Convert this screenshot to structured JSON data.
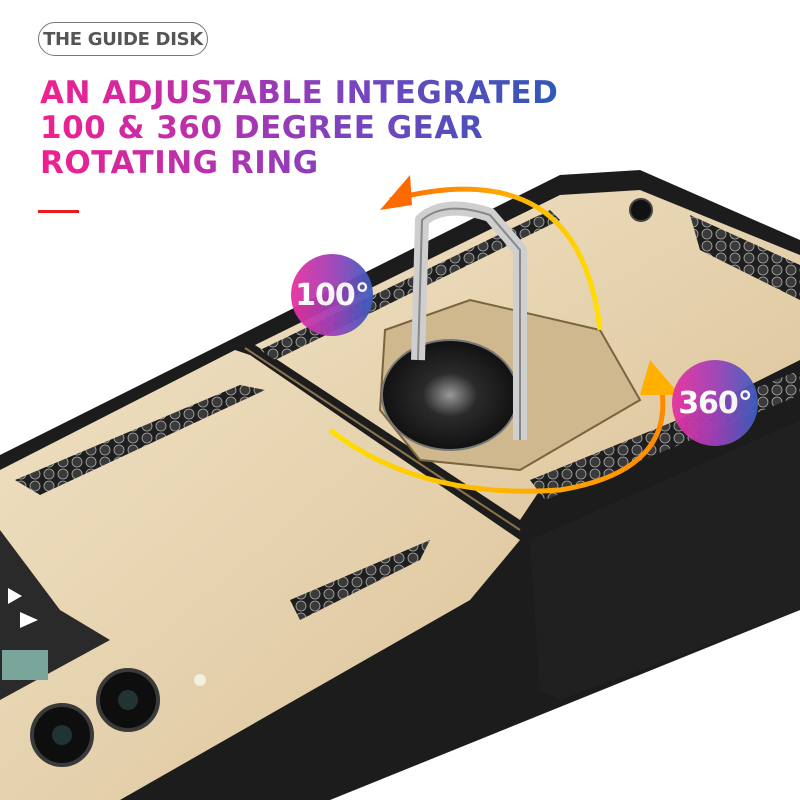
{
  "header": {
    "tag_label": "THE GUIDE DISK",
    "headline_lines": [
      "AN ADJUSTABLE INTEGRATED",
      "100 & 360 DEGREE GEAR",
      "ROTATING RING"
    ]
  },
  "badges": {
    "tilt": "100°",
    "rotate": "360°"
  },
  "colors": {
    "headline_gradient_start": "#f0208f",
    "headline_gradient_end": "#2f58b8",
    "accent_line": "#e81c1c",
    "case_gold": "#e9d6b2",
    "case_black": "#1c1c1c",
    "arrow_orange": "#ff7a00",
    "arrow_yellow": "#ffd400"
  },
  "product": {
    "name": "phone-case-with-ring-holder",
    "features": [
      "ring-kickstand",
      "honeycomb-grip-panels",
      "camera-cutout"
    ]
  }
}
